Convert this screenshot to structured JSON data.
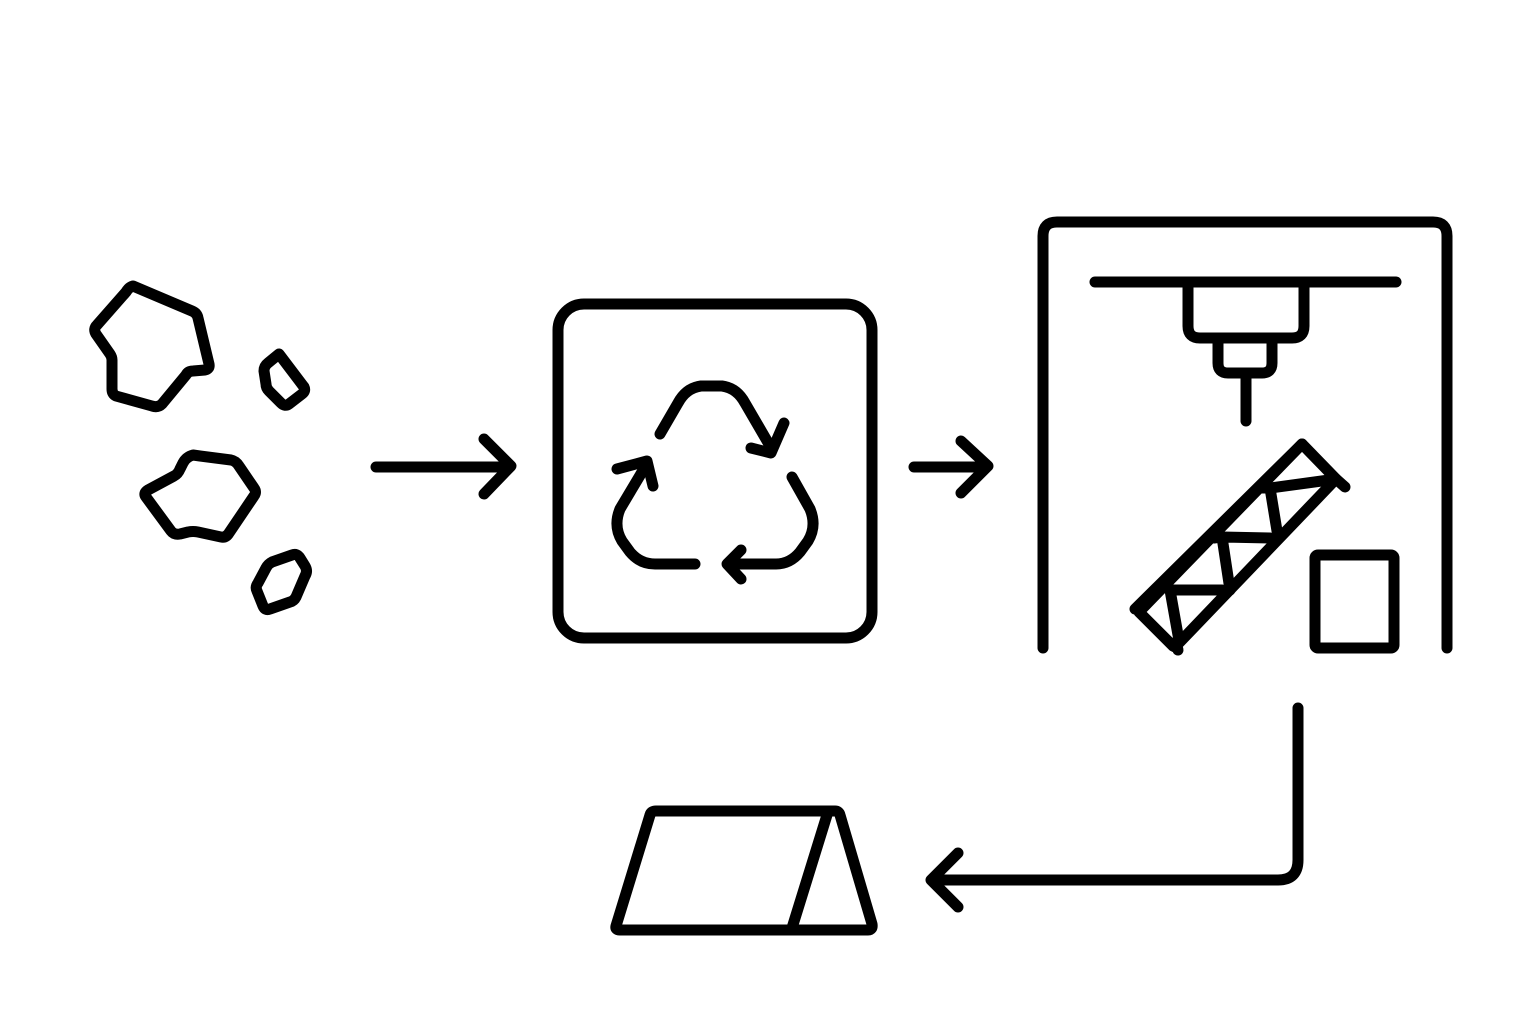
{
  "colors": {
    "background": "#ffffff",
    "stroke": "#000000"
  },
  "steps": [
    {
      "id": "raw-scraps",
      "icon": "scrap-fragments-icon"
    },
    {
      "id": "recycling",
      "icon": "recycle-icon"
    },
    {
      "id": "3d-printing",
      "icon": "3d-printer-icon"
    },
    {
      "id": "finished-structure",
      "icon": "tent-shelter-icon"
    }
  ],
  "flow": [
    {
      "from": "raw-scraps",
      "to": "recycling",
      "icon": "arrow-right-icon"
    },
    {
      "from": "recycling",
      "to": "3d-printing",
      "icon": "arrow-right-icon"
    },
    {
      "from": "3d-printing",
      "to": "finished-structure",
      "icon": "elbow-arrow-left-icon"
    }
  ]
}
